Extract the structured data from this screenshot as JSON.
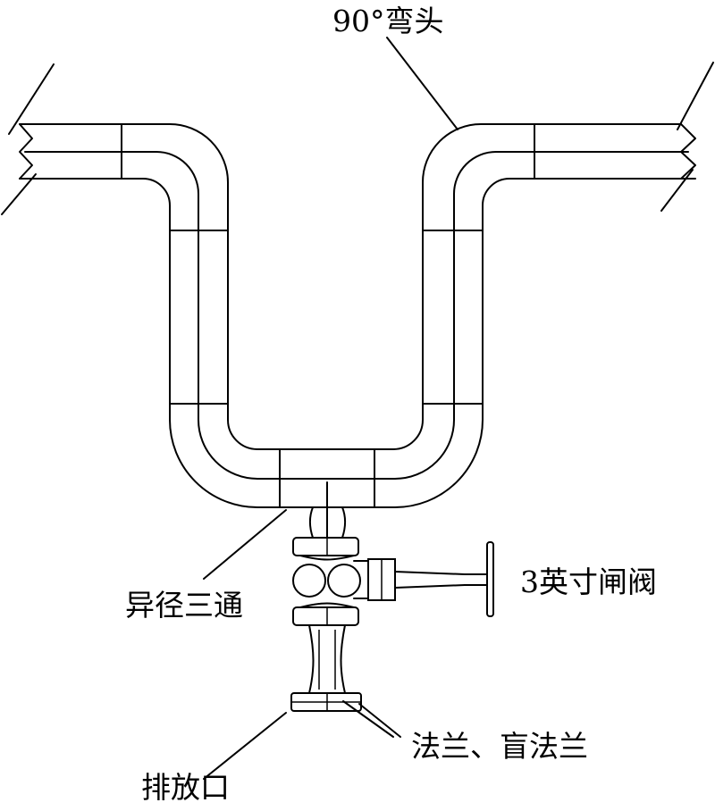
{
  "labels": {
    "elbow": "90°弯头",
    "reducing_tee": "异径三通",
    "gate_valve": "3英寸闸阀",
    "flange": "法兰、盲法兰",
    "drain": "排放口"
  }
}
